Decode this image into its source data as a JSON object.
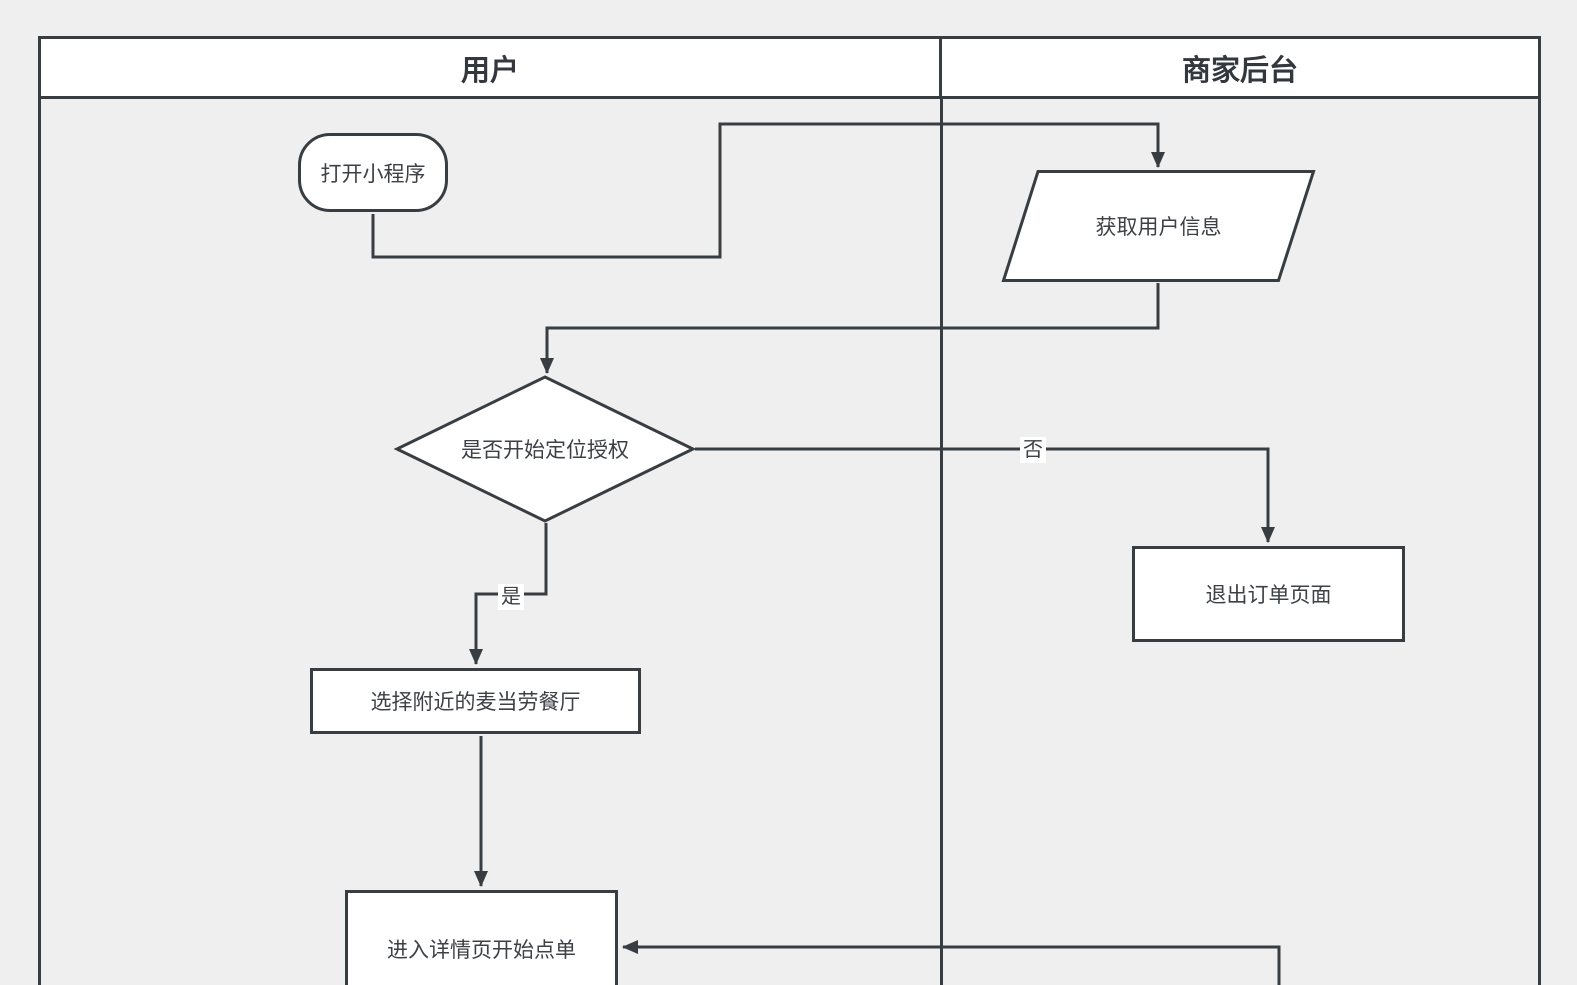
{
  "colors": {
    "stroke": "#383d42",
    "shape_fill": "#ffffff",
    "canvas": "#efefef"
  },
  "lanes": [
    {
      "title": "用户"
    },
    {
      "title": "商家后台"
    }
  ],
  "nodes": {
    "start": {
      "shape": "terminator",
      "label": "打开小程序"
    },
    "get_user_info": {
      "shape": "parallelogram",
      "label": "获取用户信息"
    },
    "auth_decision": {
      "shape": "decision",
      "label": "是否开始定位授权"
    },
    "exit_order": {
      "shape": "process",
      "label": "退出订单页面"
    },
    "select_restaurant": {
      "shape": "process",
      "label": "选择附近的麦当劳餐厅"
    },
    "enter_detail": {
      "shape": "process",
      "label": "进入详情页开始点单"
    }
  },
  "edge_labels": {
    "yes": "是",
    "no": "否"
  }
}
